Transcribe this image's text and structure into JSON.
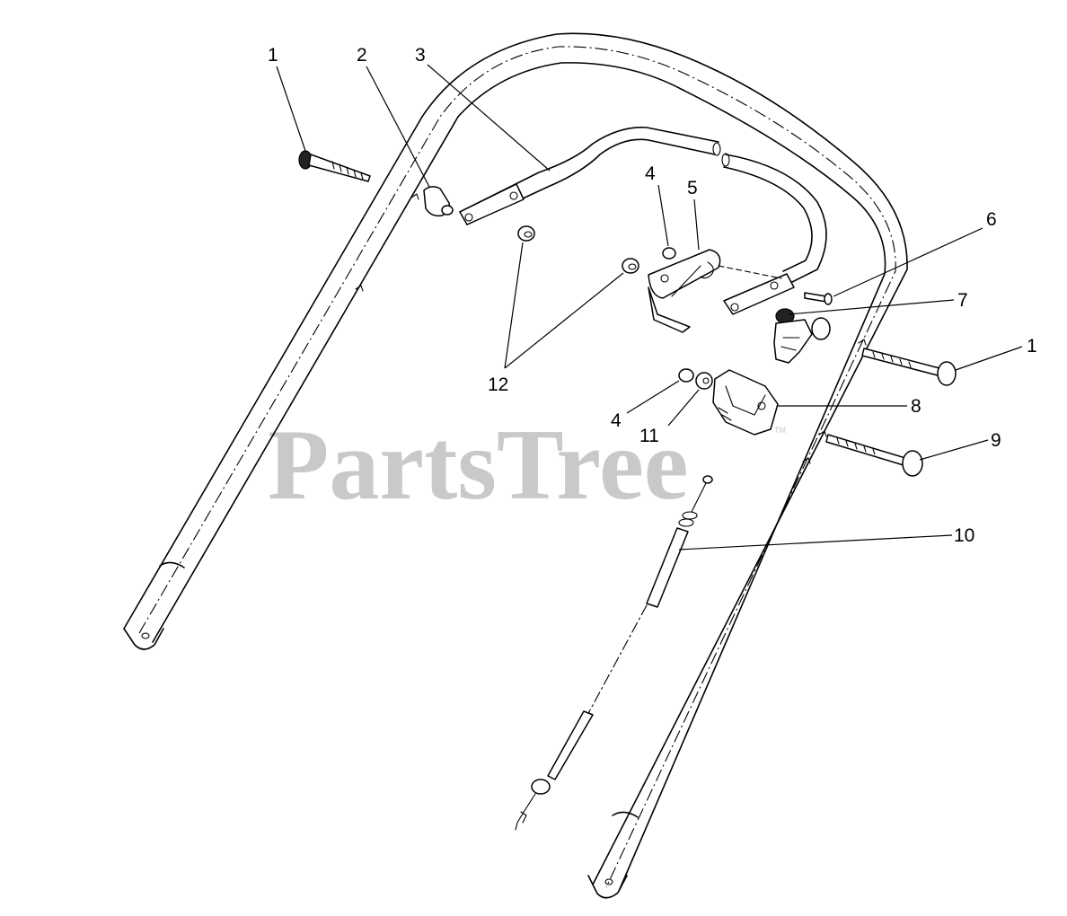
{
  "watermark": {
    "text": "PartsTree",
    "trademark": "TM",
    "color": "#c9c9c9"
  },
  "callouts": [
    "1",
    "2",
    "3",
    "4",
    "5",
    "6",
    "7",
    "1",
    "12",
    "4",
    "11",
    "8",
    "9",
    "10"
  ]
}
